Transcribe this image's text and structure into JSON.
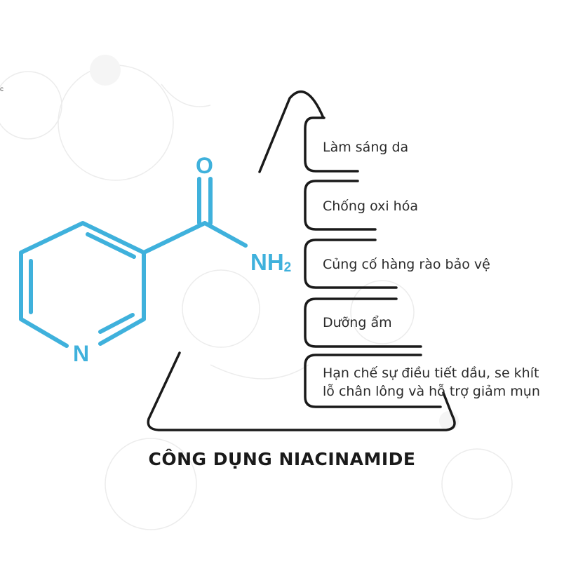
{
  "colors": {
    "molecule": "#3fb1dc",
    "outline": "#1a1a1a",
    "text": "#2b2b2b",
    "background_circles": "#ececec"
  },
  "molecule": {
    "oxygen_label": "O",
    "nh2_label": "NH",
    "nh2_subscript": "2",
    "nitrogen_label": "N"
  },
  "benefits": [
    {
      "lines": [
        "Làm sáng da"
      ]
    },
    {
      "lines": [
        "Chống oxi hóa"
      ]
    },
    {
      "lines": [
        "Củng cố hàng rào bảo vệ"
      ]
    },
    {
      "lines": [
        "Dưỡng ẩm"
      ]
    },
    {
      "lines": [
        "Hạn chế sự điều tiết dầu, se khít",
        "lỗ chân lông và hỗ trợ giảm mụn"
      ]
    }
  ],
  "title": "CÔNG DỤNG NIACINAMIDE",
  "corner_mark": "c"
}
